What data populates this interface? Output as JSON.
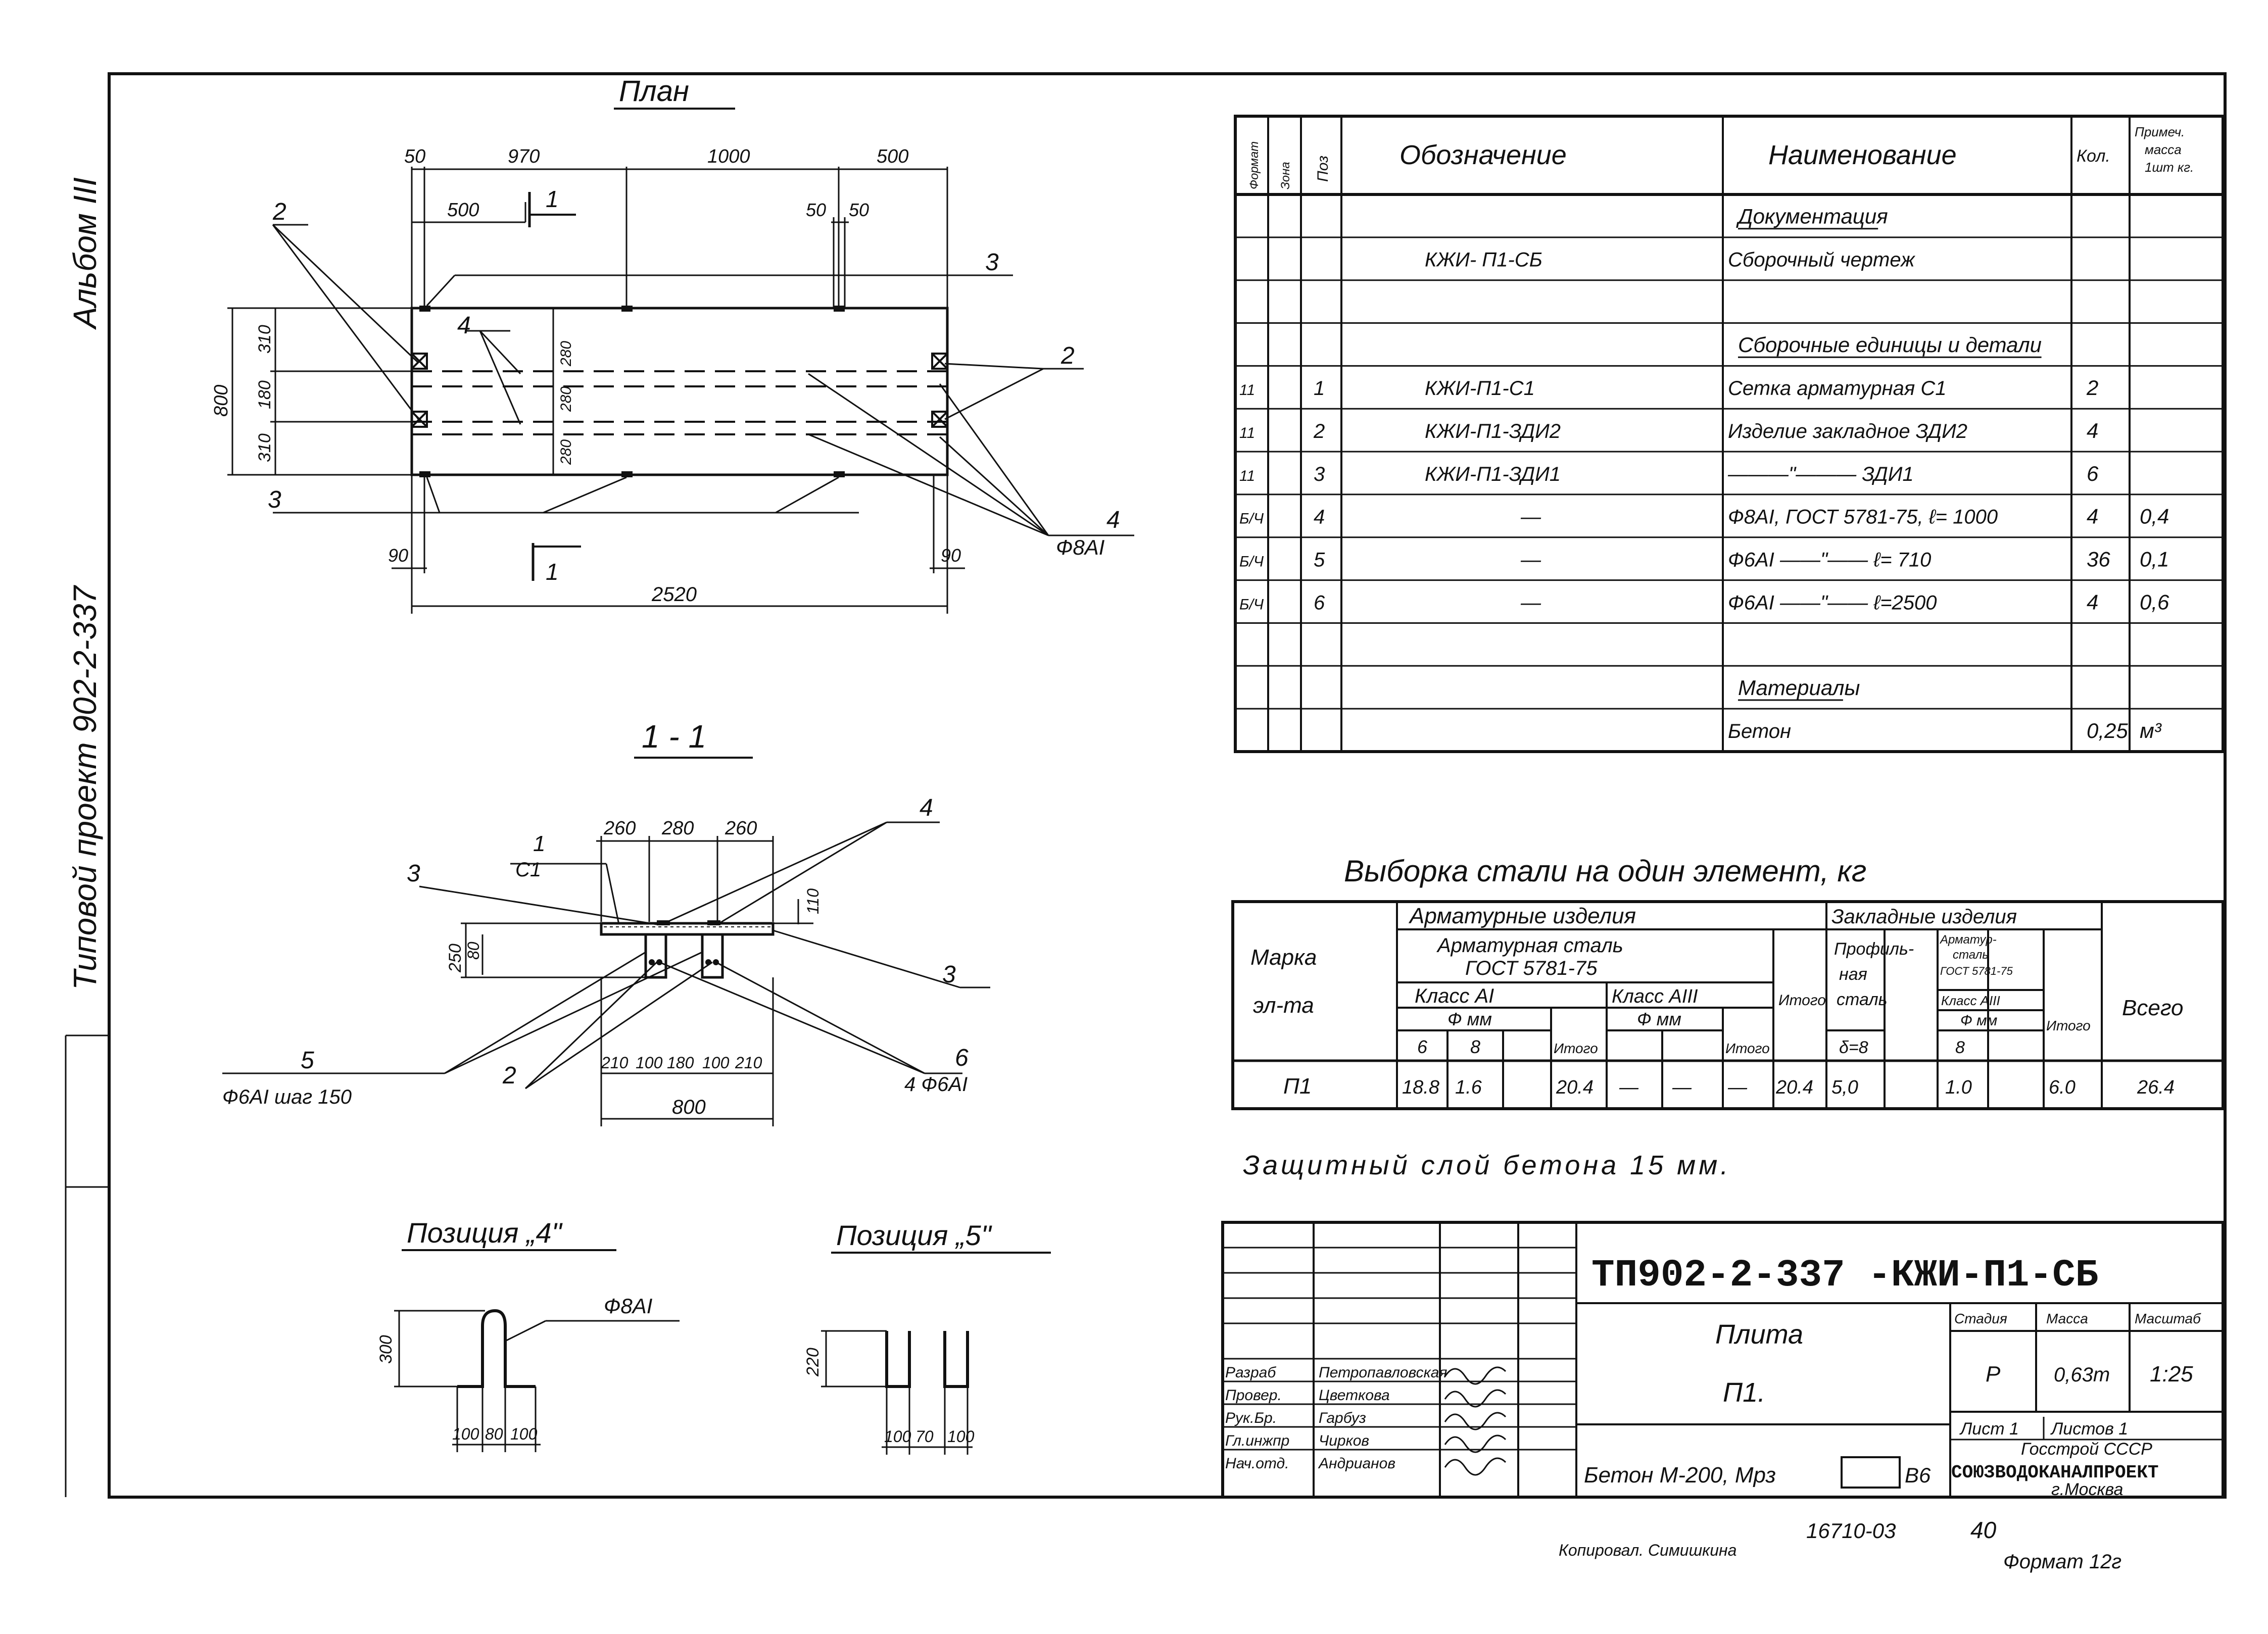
{
  "margin": {
    "album": "Альбом III",
    "project": "Типовой проект 902-2-337"
  },
  "plan": {
    "title": "План",
    "dims_top": [
      "50",
      "970",
      "1000",
      "500"
    ],
    "dim_500_left": "500",
    "dims_50_50": [
      "50",
      "50"
    ],
    "dims_left": [
      "800",
      "310",
      "180",
      "310"
    ],
    "dims_inner": [
      "280",
      "280",
      "280"
    ],
    "dims_bottom": [
      "90",
      "90"
    ],
    "total": "2520",
    "section_mark": "1",
    "callouts": [
      "2",
      "3",
      "4",
      "3",
      "2",
      "4"
    ],
    "bar_note": "Ф8АI"
  },
  "section": {
    "title": "1 - 1",
    "dims_top": [
      "260",
      "280",
      "260"
    ],
    "dims_left": [
      "250",
      "80"
    ],
    "dim_right": "110",
    "dims_bottom": [
      "210",
      "100",
      "180",
      "100",
      "210"
    ],
    "total": "800",
    "callout_1": "1",
    "callout_c1": "С1",
    "callouts": [
      "3",
      "4",
      "3",
      "5",
      "2",
      "6"
    ],
    "note_5": "Ф6АI шаг 150",
    "note_6": "4 Ф6АI"
  },
  "pos4": {
    "title": "Позиция „4\"",
    "height": "300",
    "bar": "Ф8АI",
    "dims": [
      "100",
      "80",
      "100"
    ]
  },
  "pos5": {
    "title": "Позиция „5\"",
    "height": "220",
    "dims": [
      "100",
      "70",
      "100"
    ]
  },
  "spec": {
    "headers": [
      "Формат",
      "Зона",
      "Поз",
      "Обозначение",
      "Наименование",
      "Кол.",
      "Примеч. масса 1шт кг."
    ],
    "rows": [
      {
        "fmt": "",
        "pos": "",
        "des": "",
        "name": "Документация",
        "qty": "",
        "note": ""
      },
      {
        "fmt": "",
        "pos": "",
        "des": "КЖИ- П1-СБ",
        "name": "Сборочный чертеж",
        "qty": "",
        "note": ""
      },
      {
        "fmt": "",
        "pos": "",
        "des": "",
        "name": "",
        "qty": "",
        "note": ""
      },
      {
        "fmt": "",
        "pos": "",
        "des": "",
        "name": "Сборочные единицы и детали",
        "qty": "",
        "note": ""
      },
      {
        "fmt": "11",
        "pos": "1",
        "des": "КЖИ-П1-С1",
        "name": "Сетка арматурная  С1",
        "qty": "2",
        "note": ""
      },
      {
        "fmt": "11",
        "pos": "2",
        "des": "КЖИ-П1-ЗДИ2",
        "name": "Изделие закладное ЗДИ2",
        "qty": "4",
        "note": ""
      },
      {
        "fmt": "11",
        "pos": "3",
        "des": "КЖИ-П1-ЗДИ1",
        "name": "———\"——— ЗДИ1",
        "qty": "6",
        "note": ""
      },
      {
        "fmt": "Б/Ч",
        "pos": "4",
        "des": "—",
        "name": "Ф8АI, ГОСТ 5781-75, ℓ= 1000",
        "qty": "4",
        "note": "0,4"
      },
      {
        "fmt": "Б/Ч",
        "pos": "5",
        "des": "—",
        "name": "Ф6АI ——\"—— ℓ= 710",
        "qty": "36",
        "note": "0,1"
      },
      {
        "fmt": "Б/Ч",
        "pos": "6",
        "des": "—",
        "name": "Ф6АI ——\"—— ℓ=2500",
        "qty": "4",
        "note": "0,6"
      },
      {
        "fmt": "",
        "pos": "",
        "des": "",
        "name": "",
        "qty": "",
        "note": ""
      },
      {
        "fmt": "",
        "pos": "",
        "des": "",
        "name": "Материалы",
        "qty": "",
        "note": ""
      },
      {
        "fmt": "",
        "pos": "",
        "des": "",
        "name": "Бетон",
        "qty": "0,25",
        "note": "м³"
      }
    ]
  },
  "steel": {
    "title": "Выборка стали на один элемент, кг",
    "h_mark": "Марка эл-та",
    "h_arm": "Арматурные изделия",
    "h_armsteel": "Арматурная сталь ГОСТ 5781-75",
    "h_classA1": "Класс АI",
    "h_classA3": "Класс АIII",
    "h_fmm": "Ф мм",
    "h_fmm2": "Ф мм",
    "h_6": "6",
    "h_8": "8",
    "h_itogo": "Итого",
    "h_itogo2": "Итого",
    "h_itogo3": "Итого",
    "h_emb": "Закладные изделия",
    "h_prof": "Профиль-ная сталь",
    "h_embsteel": "Арматур-сталь ГОСТ 5781-75",
    "h_classA3b": "Класс АIII",
    "h_fmm3": "Ф мм",
    "h_d8": "δ=8",
    "h_8b": "8",
    "h_itogo4": "Итого",
    "h_total": "Всего",
    "row": [
      "П1",
      "18.8",
      "1.6",
      "",
      "20.4",
      "—",
      "—",
      "—",
      "20.4",
      "5,0",
      "",
      "1.0",
      "",
      "6.0",
      "26.4"
    ]
  },
  "note": "Защитный слой бетона 15 мм.",
  "stamp": {
    "code": "ТП902-2-337 -КЖИ-П1-СБ",
    "title": "Плита",
    "mark": "П1.",
    "material": "Бетон М-200, Мрз",
    "b6": "В6",
    "h_stage": "Стадия",
    "h_mass": "Масса",
    "h_scale": "Масштаб",
    "stage": "Р",
    "mass": "0,63т",
    "scale": "1:25",
    "sheet": "Лист 1",
    "sheets": "Листов 1",
    "org1": "Госстрой СССР",
    "org2": "СОЮЗВОДОКАНАЛПРОЕКТ",
    "org3": "г.Москва",
    "people": [
      {
        "role": "Разраб",
        "name": "Петропавловская"
      },
      {
        "role": "Провер.",
        "name": "Цветкова"
      },
      {
        "role": "Рук.Бр.",
        "name": "Гарбуз"
      },
      {
        "role": "Гл.инжпр",
        "name": "Чирков"
      },
      {
        "role": "Нач.отд.",
        "name": "Андрианов"
      }
    ]
  },
  "footer": {
    "copied": "Копировал. Симишкина",
    "num": "16710-03",
    "sheet": "40",
    "format": "Формат 12г"
  }
}
